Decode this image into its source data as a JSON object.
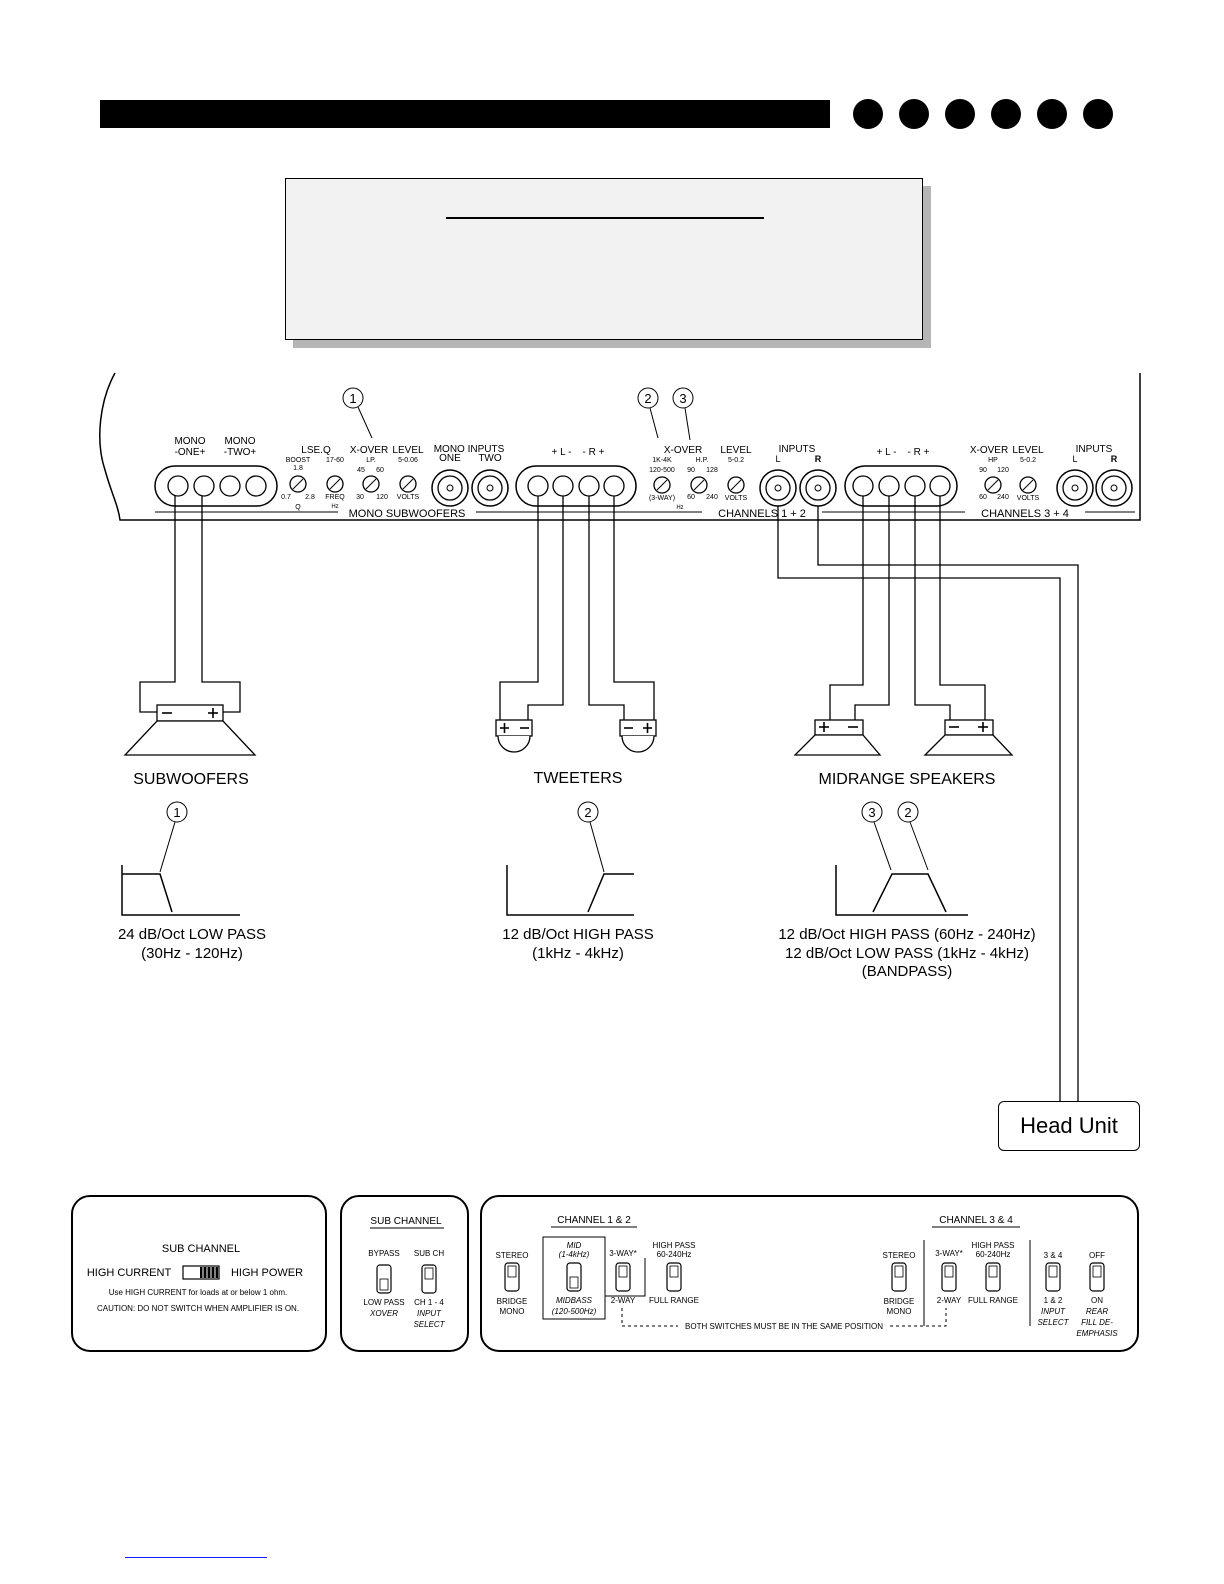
{
  "header": {
    "dot_count": 6
  },
  "panel": {
    "callout_1": "1",
    "callout_2": "2",
    "callout_3": "3",
    "mono_one": [
      "MONO",
      "-ONE+"
    ],
    "mono_two": [
      "MONO",
      "-TWO+"
    ],
    "lse_q": "LSE.Q",
    "boost": "BOOST",
    "boost_val": "1.8",
    "q_min": "0.7",
    "q_max": "2.8",
    "q_label": "Q",
    "freq_range": "17-60",
    "freq_label": "FREQ",
    "hz": "Hz",
    "xover": "X-OVER",
    "lp": "LP.",
    "xover_sub_vals": [
      "45",
      "60",
      "30",
      "120"
    ],
    "level": "LEVEL",
    "level_sub_range": "5-0.06",
    "volts": "VOLTS",
    "mono_inputs": "MONO INPUTS",
    "one": "ONE",
    "two": "TWO",
    "mono_subwoofers": "MONO SUBWOOFERS",
    "lr_label": "+ L -    - R +",
    "ch12_lp_range": "1K-4K",
    "ch12_range_mid": "120-500",
    "three_way": "(3-WAY)",
    "hp": "H.P.",
    "hp_vals": [
      "90",
      "128",
      "60",
      "240"
    ],
    "level_range": "5-0.2",
    "inputs": "INPUTS",
    "l": "L",
    "r": "R",
    "channels_12": "CHANNELS 1 + 2",
    "hp_short": "HP",
    "ch34_hp_vals": [
      "90",
      "120",
      "60",
      "240"
    ],
    "channels_34": "CHANNELS 3 + 4"
  },
  "speakers": {
    "subwoofers": "SUBWOOFERS",
    "tweeters": "TWEETERS",
    "midrange": "MIDRANGE SPEAKERS"
  },
  "curves": {
    "sub": {
      "callout": "1",
      "line1": "24 dB/Oct LOW PASS",
      "line2": "(30Hz - 120Hz)"
    },
    "tweet": {
      "callout": "2",
      "line1": "12 dB/Oct HIGH PASS",
      "line2": "(1kHz - 4kHz)"
    },
    "mid": {
      "callout_a": "3",
      "callout_b": "2",
      "line1": "12 dB/Oct HIGH PASS (60Hz - 240Hz)",
      "line2": "12 dB/Oct LOW PASS (1kHz - 4kHz)",
      "line3": "(BANDPASS)"
    }
  },
  "head_unit": "Head Unit",
  "switches": {
    "box1": {
      "title": "SUB CHANNEL",
      "left": "HIGH CURRENT",
      "right": "HIGH POWER",
      "note1": "Use HIGH CURRENT for loads at or below 1 ohm.",
      "note2": "CAUTION: DO NOT SWITCH WHEN AMPLIFIER IS ON."
    },
    "box2": {
      "title": "SUB CHANNEL",
      "s1_top": "BYPASS",
      "s1_bottom": "LOW PASS",
      "s1_bottom2": "XOVER",
      "s2_top": "SUB CH",
      "s2_bottom": "CH 1 - 4",
      "s2_bottom2": "INPUT",
      "s2_bottom3": "SELECT"
    },
    "box3": {
      "ch12_title": "CHANNEL 1 & 2",
      "ch34_title": "CHANNEL 3 & 4",
      "stereo": "STEREO",
      "bridge": "BRIDGE",
      "mono": "MONO",
      "mid": "MID",
      "mid_range": "(1-4kHz)",
      "midbass": "MIDBASS",
      "midbass_range": "(120-500Hz)",
      "three_way": "3-WAY*",
      "two_way": "2-WAY",
      "high_pass": "HIGH PASS",
      "high_pass_range": "60-240Hz",
      "full_range": "FULL RANGE",
      "both_note": "BOTH SWITCHES MUST BE IN THE SAME POSITION",
      "in34": "3 & 4",
      "in12": "1 & 2",
      "input": "INPUT",
      "select": "SELECT",
      "off": "OFF",
      "on": "ON",
      "rear": "REAR",
      "fill": "FILL DE-",
      "emphasis": "EMPHASIS"
    }
  }
}
